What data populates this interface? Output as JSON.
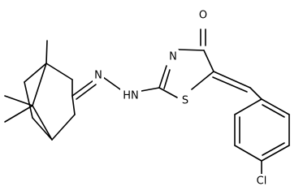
{
  "molecule": {
    "atoms": {
      "o": "O",
      "n_ring": "N",
      "s": "S",
      "n_hydrazone": "N",
      "nh": "HN",
      "n_imine": "N",
      "cl": "Cl"
    }
  },
  "colors": {
    "bond": "#000000",
    "label": "#000000",
    "background": "#ffffff"
  }
}
